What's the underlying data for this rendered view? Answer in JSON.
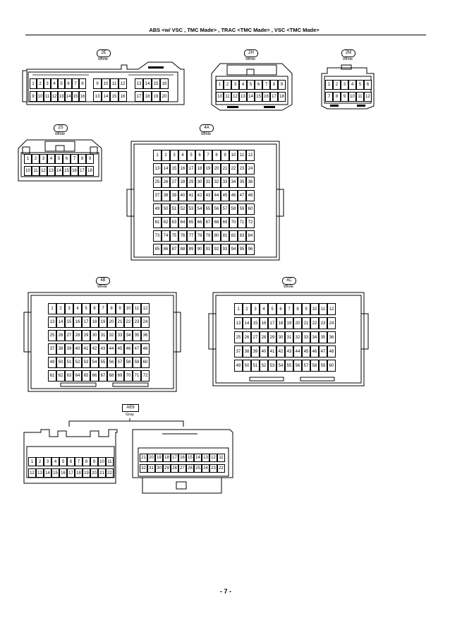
{
  "page": {
    "title": "ABS <w/ VSC , TMC Made> , TRAC <TMC Made> , VSC <TMC Made>",
    "page_number": "- 7 -"
  },
  "connectors": [
    {
      "code": "2E",
      "color": "White"
    },
    {
      "code": "2H",
      "color": "White"
    },
    {
      "code": "2M",
      "color": "White"
    },
    {
      "code": "2S",
      "color": "White"
    },
    {
      "code": "4A",
      "color": "White"
    },
    {
      "code": "4B",
      "color": "White"
    },
    {
      "code": "4C",
      "color": "White"
    },
    {
      "code": "AE6",
      "color": "Gray"
    }
  ]
}
